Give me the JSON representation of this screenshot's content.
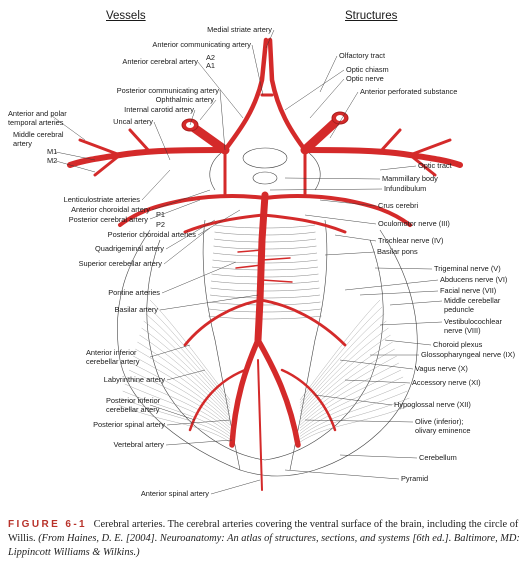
{
  "headers": {
    "vessels": "Vessels",
    "structures": "Structures"
  },
  "left_labels": [
    {
      "id": "medial-striate-artery",
      "text": "Medial striate artery"
    },
    {
      "id": "anterior-communicating-artery",
      "text": "Anterior communicating artery"
    },
    {
      "id": "a2",
      "text": "A2"
    },
    {
      "id": "anterior-cerebral-artery",
      "text": "Anterior cerebral artery"
    },
    {
      "id": "a1",
      "text": "A1"
    },
    {
      "id": "posterior-communicating-artery",
      "text": "Posterior communicating artery"
    },
    {
      "id": "ophthalmic-artery",
      "text": "Ophthalmic artery"
    },
    {
      "id": "internal-carotid-artery",
      "text": "Internal carotid artery"
    },
    {
      "id": "anterior-polar-temporal-arteries",
      "text": "Anterior and polar\ntemporal arteries"
    },
    {
      "id": "uncal-artery",
      "text": "Uncal artery"
    },
    {
      "id": "middle-cerebral-artery",
      "text": "Middle cerebral\nartery"
    },
    {
      "id": "m1",
      "text": "M1"
    },
    {
      "id": "m2",
      "text": "M2"
    },
    {
      "id": "lenticulostriate-arteries",
      "text": "Lenticulostriate arteries"
    },
    {
      "id": "anterior-choroidal-artery",
      "text": "Anterior choroidal artery"
    },
    {
      "id": "posterior-cerebral-artery",
      "text": "Posterior cerebral artery"
    },
    {
      "id": "p1",
      "text": "P1"
    },
    {
      "id": "p2",
      "text": "P2"
    },
    {
      "id": "posterior-choroidal-arteries",
      "text": "Posterior choroidal arteries"
    },
    {
      "id": "quadrigeminal-artery",
      "text": "Quadrigeminal artery"
    },
    {
      "id": "superior-cerebellar-artery",
      "text": "Superior cerebellar artery"
    },
    {
      "id": "pontine-arteries",
      "text": "Pontine arteries"
    },
    {
      "id": "basilar-artery",
      "text": "Basilar artery"
    },
    {
      "id": "anterior-inferior-cerebellar-artery",
      "text": "Anterior inferior\ncerebellar artery"
    },
    {
      "id": "labyrinthine-artery",
      "text": "Labyrinthine artery"
    },
    {
      "id": "posterior-inferior-cerebellar-artery",
      "text": "Posterior inferior\ncerebellar artery"
    },
    {
      "id": "posterior-spinal-artery",
      "text": "Posterior spinal artery"
    },
    {
      "id": "vertebral-artery",
      "text": "Vertebral artery"
    },
    {
      "id": "anterior-spinal-artery",
      "text": "Anterior spinal artery"
    }
  ],
  "right_labels": [
    {
      "id": "olfactory-tract",
      "text": "Olfactory tract"
    },
    {
      "id": "optic-chiasm",
      "text": "Optic chiasm"
    },
    {
      "id": "optic-nerve",
      "text": "Optic nerve"
    },
    {
      "id": "anterior-perforated-substance",
      "text": "Anterior perforated substance"
    },
    {
      "id": "optic-tract",
      "text": "Optic tract"
    },
    {
      "id": "mammillary-body",
      "text": "Mammillary body"
    },
    {
      "id": "infundibulum",
      "text": "Infundibulum"
    },
    {
      "id": "crus-cerebri",
      "text": "Crus cerebri"
    },
    {
      "id": "oculomotor-nerve",
      "text": "Oculomotor nerve (III)"
    },
    {
      "id": "trochlear-nerve",
      "text": "Trochlear nerve (IV)"
    },
    {
      "id": "basilar-pons",
      "text": "Basilar pons"
    },
    {
      "id": "trigeminal-nerve",
      "text": "Trigeminal nerve (V)"
    },
    {
      "id": "abducens-nerve",
      "text": "Abducens nerve (VI)"
    },
    {
      "id": "facial-nerve",
      "text": "Facial nerve (VII)"
    },
    {
      "id": "middle-cerebellar-peduncle",
      "text": "Middle cerebellar\npeduncle"
    },
    {
      "id": "vestibulocochlear-nerve",
      "text": "Vestibulocochlear\nnerve (VIII)"
    },
    {
      "id": "choroid-plexus",
      "text": "Choroid plexus"
    },
    {
      "id": "glossopharyngeal-nerve",
      "text": "Glossopharyngeal nerve (IX)"
    },
    {
      "id": "vagus-nerve",
      "text": "Vagus nerve (X)"
    },
    {
      "id": "accessory-nerve",
      "text": "Accessory nerve (XI)"
    },
    {
      "id": "hypoglossal-nerve",
      "text": "Hypoglossal nerve (XII)"
    },
    {
      "id": "olive",
      "text": "Olive (inferior);\nolivary eminence"
    },
    {
      "id": "cerebellum",
      "text": "Cerebellum"
    },
    {
      "id": "pyramid",
      "text": "Pyramid"
    }
  ],
  "caption": {
    "figure_label": "FIGURE 6-1",
    "text": "Cerebral arteries. The cerebral arteries covering the ventral surface of the brain, including the circle of Willis.",
    "citation": "(From Haines, D. E. [2004]. Neuroanatomy: An atlas of structures, sections, and systems [6th ed.]. Baltimore, MD: Lippincott Williams & Wilkins.)"
  },
  "colors": {
    "artery": "#d42a2a",
    "artery_dark": "#a81c1c",
    "line": "#333333"
  }
}
